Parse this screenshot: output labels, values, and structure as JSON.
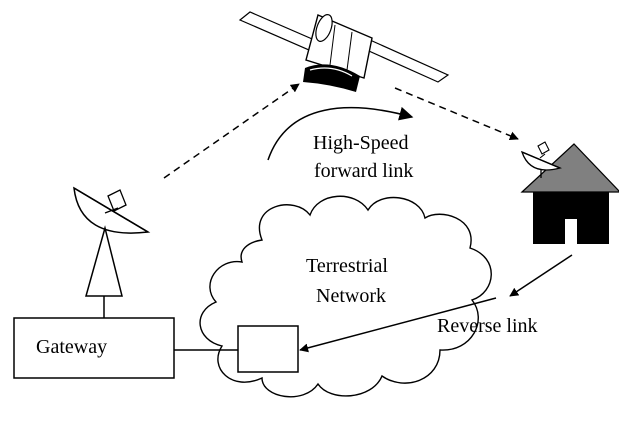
{
  "labels": {
    "forward_link_line1": "High-Speed",
    "forward_link_line2": "forward link",
    "terrestrial_line1": "Terrestrial",
    "terrestrial_line2": "Network",
    "reverse_link": "Reverse link",
    "gateway": "Gateway"
  },
  "icons": {
    "satellite": "satellite-icon",
    "gateway_dish": "satellite-dish-icon",
    "home_dish": "satellite-dish-icon",
    "house": "house-icon",
    "cloud": "cloud-icon"
  },
  "colors": {
    "ink": "#000000",
    "house_roof": "#808080",
    "satellite_panel": "#ffffff"
  }
}
